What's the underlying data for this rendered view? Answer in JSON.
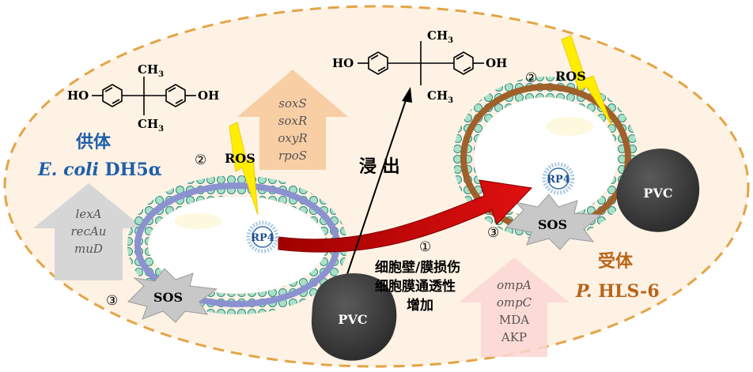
{
  "donor": {
    "label_zh": "供体",
    "species_genus": "E. coli",
    "species_strain": "DH5α",
    "ros_num": "②",
    "ros": "ROS",
    "sos_num": "③",
    "sos": "SOS",
    "plasmid": "RP4",
    "sos_genes": [
      "lexA",
      "recAu",
      "muD"
    ],
    "ros_genes": [
      "soxS",
      "soxR",
      "oxyR",
      "rpoS"
    ]
  },
  "recipient": {
    "label_zh": "受体",
    "species_genus": "P.",
    "species_strain": "HLS-6",
    "ros_num": "②",
    "ros": "ROS",
    "sos_num": "③",
    "sos": "SOS",
    "plasmid": "RP4",
    "membrane_markers": [
      "ompA",
      "ompC",
      "MDA",
      "AKP"
    ]
  },
  "pvc": [
    "PVC",
    "PVC"
  ],
  "leach": "浸 出",
  "damage": {
    "num": "①",
    "lines": [
      "细胞壁/膜损伤",
      "细胞膜通透性",
      "增加"
    ]
  },
  "molecule": {
    "ho": "HO",
    "oh": "OH",
    "ch3": "CH",
    "sub3": "3"
  },
  "colors": {
    "outer_border": "#e4a446",
    "outer_fill": "#fdf2e4",
    "donor_membrane": "#8b92cf",
    "recipient_membrane": "#a0602a",
    "lipid_head": "#a8e0c8",
    "pvc": "#3a3a3a",
    "transfer_arrow": "#c00000",
    "ros_bolt": "#ffee00",
    "gene_text": "#555555",
    "label_blue": "#1f5ea8",
    "label_orange": "#b8651a"
  }
}
